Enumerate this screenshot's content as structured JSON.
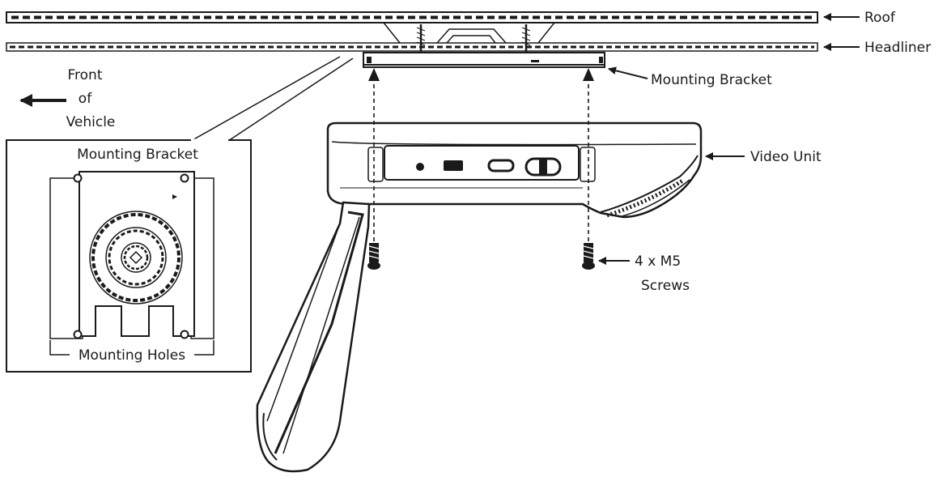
{
  "labels": {
    "roof": "Roof",
    "headliner": "Headliner",
    "front_line1": "Front",
    "front_line2": "of",
    "front_line3": "Vehicle",
    "mounting_bracket": "Mounting Bracket",
    "video_unit": "Video Unit",
    "screws_line1": "4 x M5",
    "screws_line2": "Screws",
    "inset_title": "Mounting Bracket",
    "inset_holes": "Mounting Holes"
  }
}
